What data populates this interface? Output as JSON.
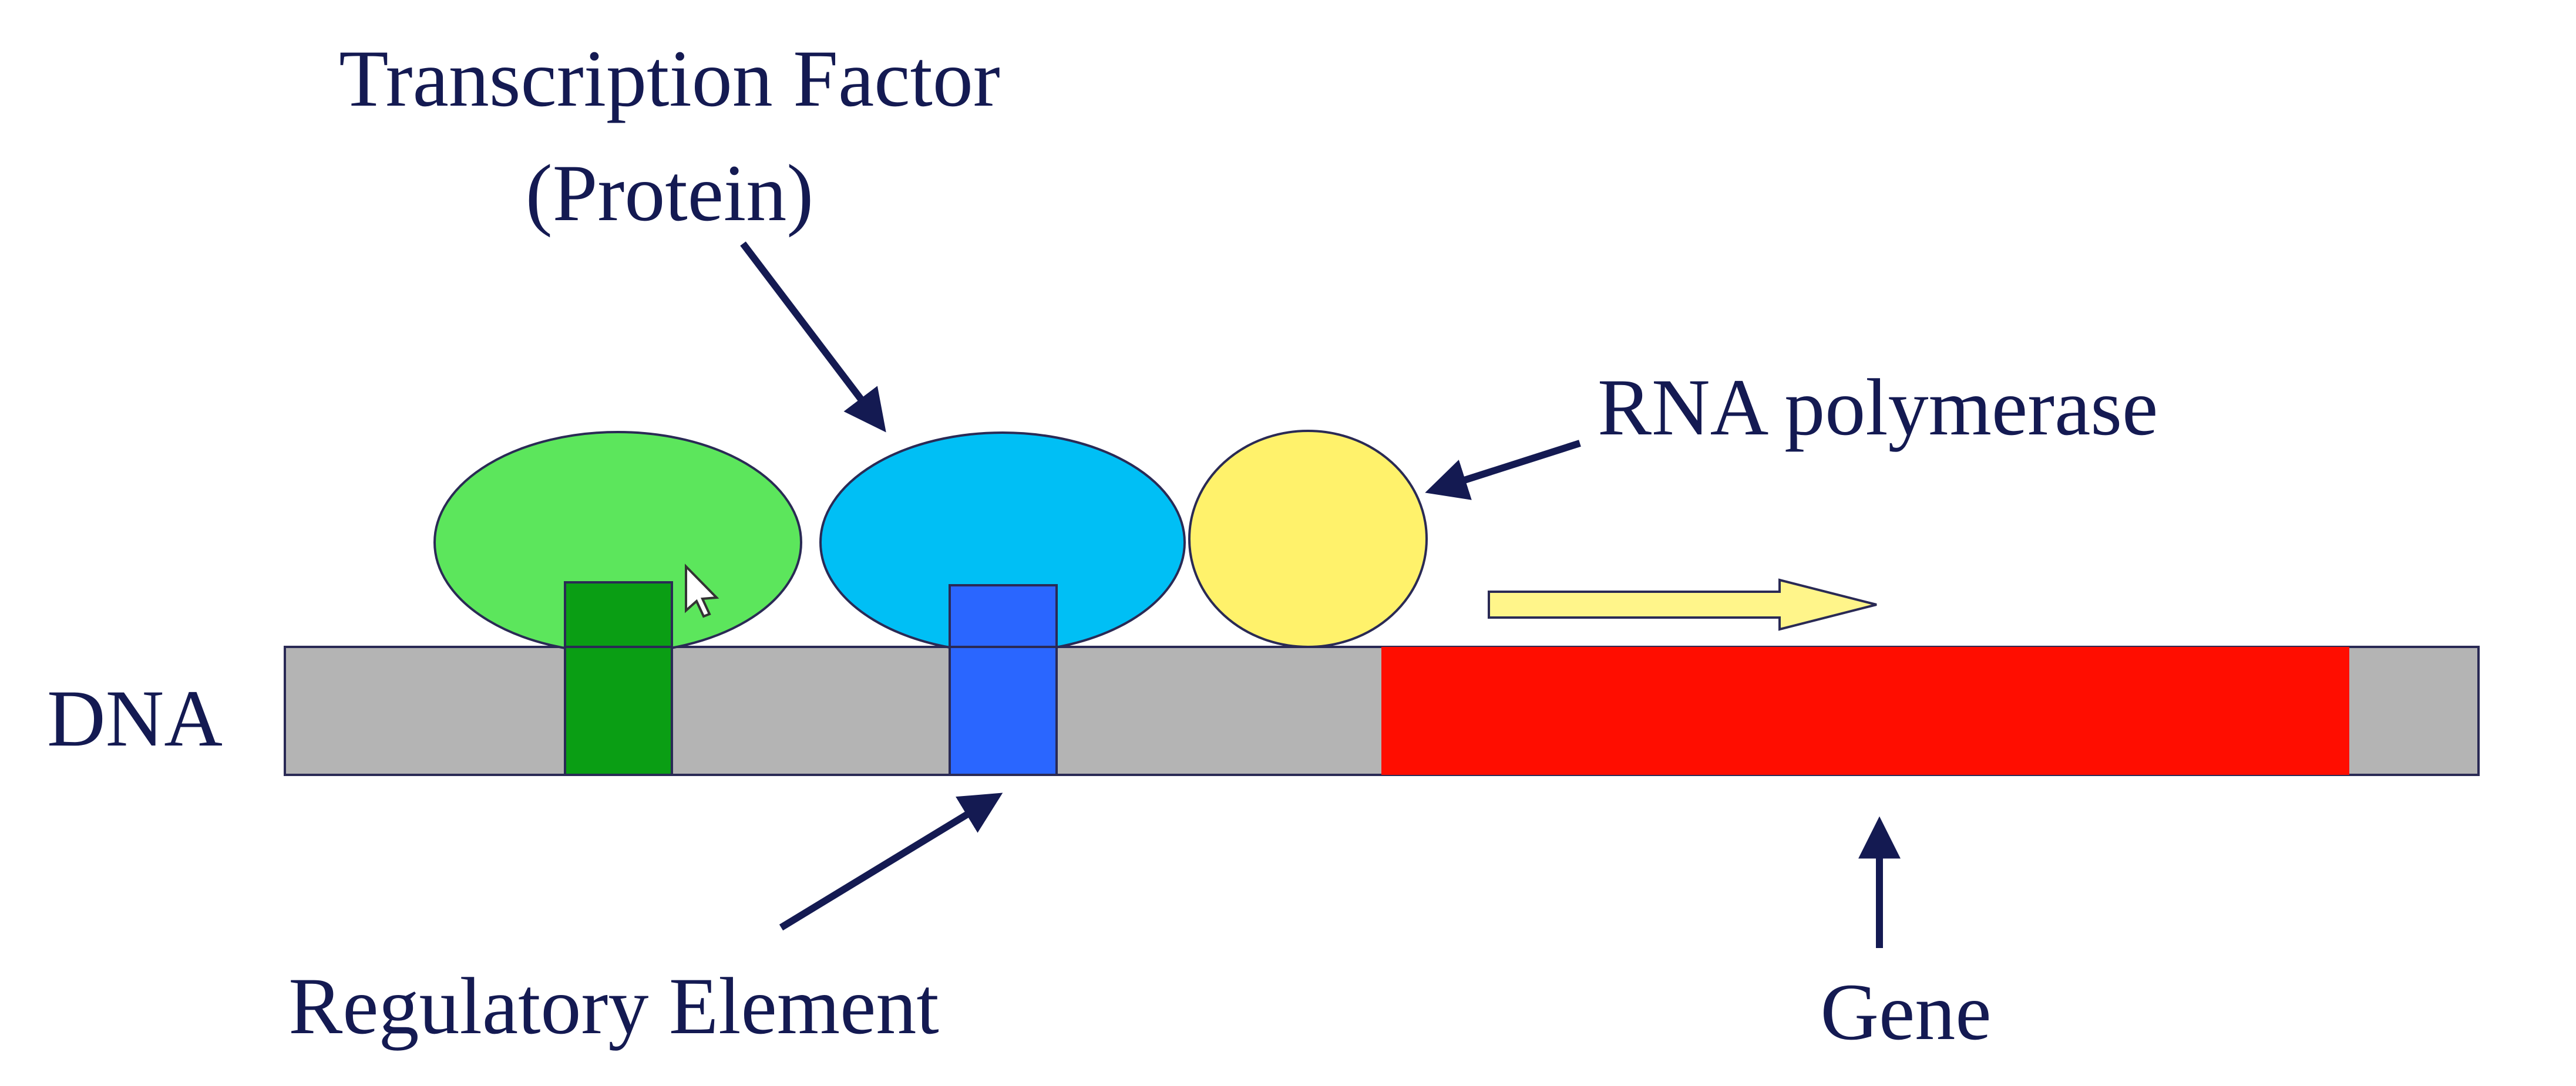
{
  "labels": {
    "transcription_factor_line1": "Transcription Factor",
    "transcription_factor_line2": "(Protein)",
    "rna_polymerase": "RNA polymerase",
    "dna": "DNA",
    "regulatory_element": "Regulatory Element",
    "gene": "Gene"
  },
  "colors": {
    "text": "#141a52",
    "arrow": "#141a52",
    "dna_strand": "#b4b4b4",
    "gene": "#ff0d00",
    "green_protein": "#5ce65c",
    "green_element": "#0a9e14",
    "blue_protein": "#00bff5",
    "blue_element": "#2a66ff",
    "rna_polymerase": "#fff26b",
    "direction_arrow": "#fff58a",
    "outline": "#2a2a55"
  }
}
